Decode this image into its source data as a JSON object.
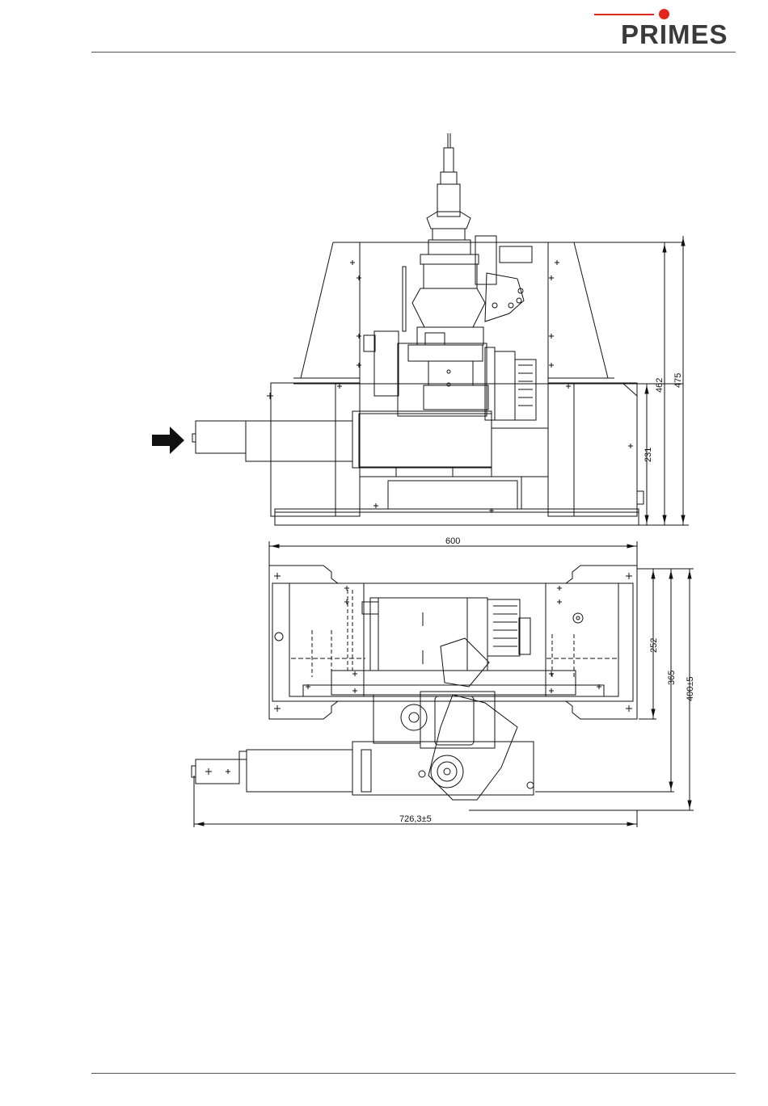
{
  "brand": {
    "name": "PRIMES",
    "accent": "#e2261c",
    "text_color": "#3a3a3a"
  },
  "drawing": {
    "front_view": {
      "dim_height_outer": "475",
      "dim_height_inner": "462",
      "dim_side": "231"
    },
    "top_view": {
      "dim_width": "600",
      "dim_depth_a": "252",
      "dim_depth_b": "365",
      "dim_depth_c": "400±5",
      "dim_total_width": "726,3±5"
    },
    "arrow_icon": "arrow-right-icon"
  }
}
